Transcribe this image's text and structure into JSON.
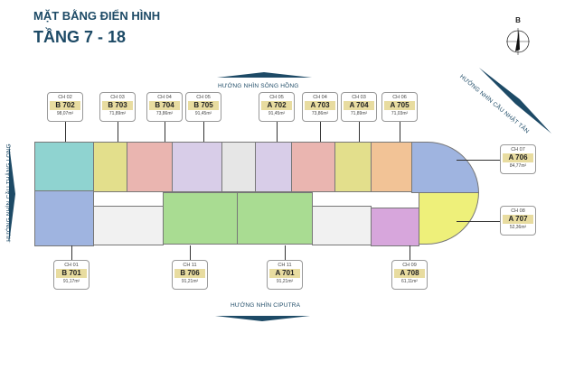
{
  "title": "MẶT BẰNG ĐIỂN HÌNH",
  "subtitle": "TẦNG 7 - 18",
  "compass": {
    "label": "B"
  },
  "views": {
    "top": "HƯỚNG NHÌN SÔNG HỒNG",
    "bottom": "HƯỚNG NHÌN CIPUTRA",
    "left": "HƯỚNG NHÌN CẦU THĂNG LONG",
    "right": "HƯỚNG NHÌN CẦU NHẬT TÂN"
  },
  "units": [
    {
      "ch": "CH 02",
      "code": "B 702",
      "area": "98,07m²",
      "color": "#8fd3d0"
    },
    {
      "ch": "CH 03",
      "code": "B 703",
      "area": "71,89m²",
      "color": "#e3df8c"
    },
    {
      "ch": "CH 04",
      "code": "B 704",
      "area": "73,86m²",
      "color": "#eab5b0"
    },
    {
      "ch": "CH 05",
      "code": "B 705",
      "area": "91,45m²",
      "color": "#d8cde8"
    },
    {
      "ch": "CH 05",
      "code": "A 702",
      "area": "91,45m²",
      "color": "#d8cde8"
    },
    {
      "ch": "CH 04",
      "code": "A 703",
      "area": "73,86m²",
      "color": "#eab5b0"
    },
    {
      "ch": "CH 03",
      "code": "A 704",
      "area": "71,89m²",
      "color": "#e3df8c"
    },
    {
      "ch": "CH 06",
      "code": "A 705",
      "area": "71,03m²",
      "color": "#f2c396"
    },
    {
      "ch": "CH 07",
      "code": "A 706",
      "area": "84,77m²",
      "color": "#9fb4e0"
    },
    {
      "ch": "CH 08",
      "code": "A 707",
      "area": "52,36m²",
      "color": "#eef07a"
    },
    {
      "ch": "CH 01",
      "code": "B 701",
      "area": "91,17m²",
      "color": "#9fb4e0"
    },
    {
      "ch": "CH 11",
      "code": "B 706",
      "area": "91,21m²",
      "color": "#a9dc92"
    },
    {
      "ch": "CH 11",
      "code": "A 701",
      "area": "91,21m²",
      "color": "#a9dc92"
    },
    {
      "ch": "CH 09",
      "code": "A 708",
      "area": "61,11m²",
      "color": "#d7a6dc"
    }
  ]
}
